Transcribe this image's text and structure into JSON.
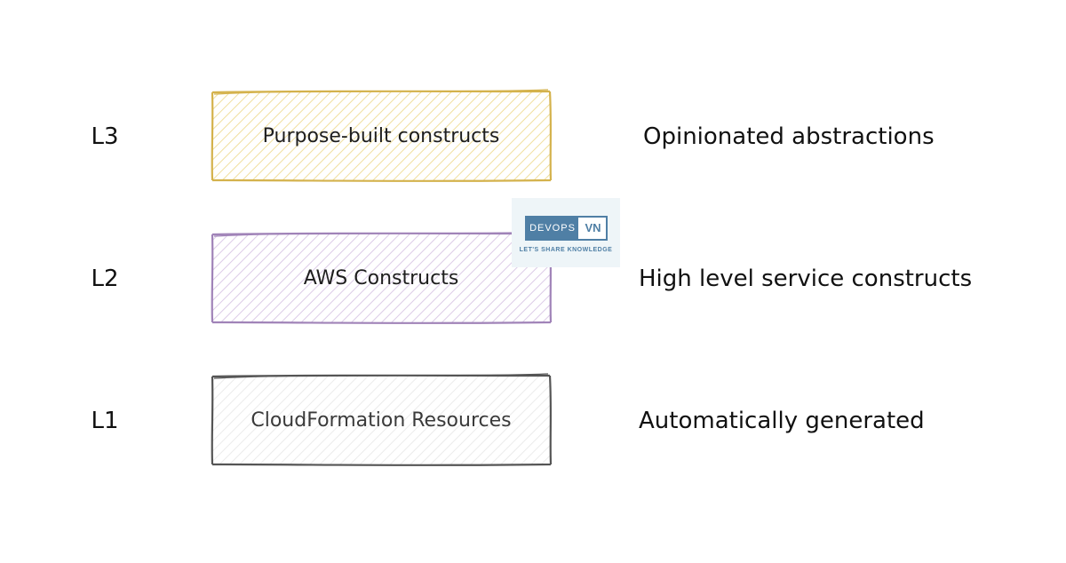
{
  "levels": [
    {
      "label": "L3",
      "box": "Purpose-built constructs",
      "description": "Opinionated abstractions",
      "color": "#d4b24c"
    },
    {
      "label": "L2",
      "box": "AWS Constructs",
      "description": "High level service constructs",
      "color": "#a083b8"
    },
    {
      "label": "L1",
      "box": "CloudFormation Resources",
      "description": "Automatically generated",
      "color": "#555555"
    }
  ],
  "logo": {
    "left": "DEVOPS",
    "right": "VN",
    "tagline": "LET'S SHARE KNOWLEDGE",
    "color": "#4f7fa5"
  }
}
